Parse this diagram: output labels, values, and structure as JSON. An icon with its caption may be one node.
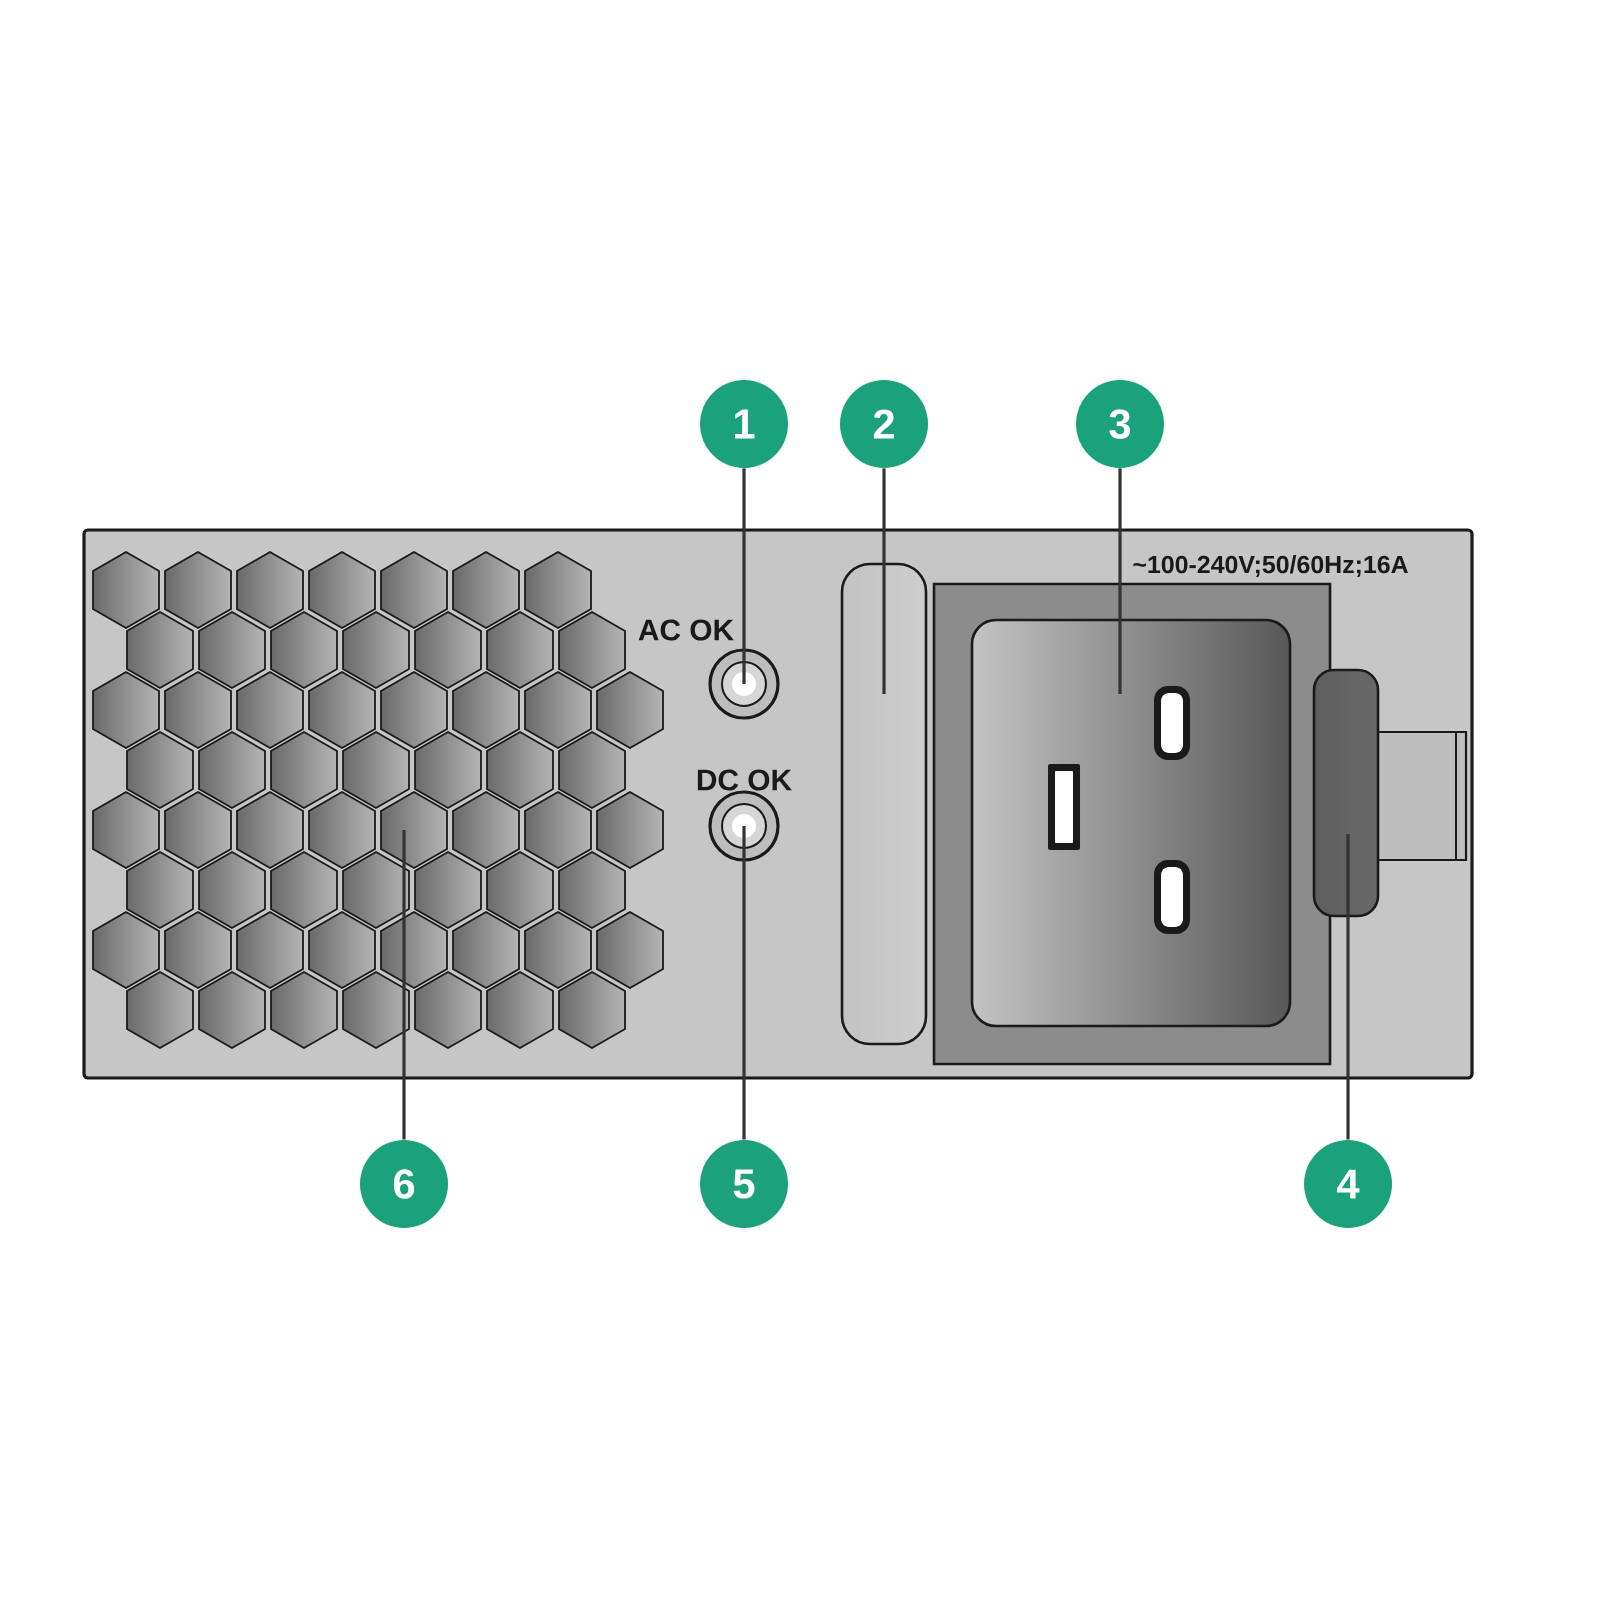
{
  "diagram": {
    "nodes": [
      {
        "text": [
          "1"
        ]
      },
      {
        "text": [
          "2"
        ]
      },
      {
        "text": [
          "3"
        ]
      },
      {
        "text": [
          "4"
        ]
      },
      {
        "text": [
          "5"
        ]
      },
      {
        "text": [
          "6"
        ]
      },
      {
        "text": [],
        "shape": "circle",
        "beside": [
          "AC OK"
        ]
      },
      {
        "text": [],
        "shape": "bar"
      },
      {
        "text": [],
        "shape": "box",
        "beside": [
          "~100-240V;50/60Hz;16A"
        ]
      },
      {
        "text": [],
        "shape": "bar"
      },
      {
        "text": [],
        "shape": "circle",
        "beside": [
          "DC OK"
        ]
      },
      {
        "text": [],
        "shape": "picture"
      }
    ],
    "edges": [
      {
        "from": 0,
        "to": 6,
        "arrow": "none"
      },
      {
        "from": 1,
        "to": 7,
        "arrow": "none"
      },
      {
        "from": 2,
        "to": 8,
        "arrow": "none"
      },
      {
        "from": 3,
        "to": 9,
        "arrow": "none"
      },
      {
        "from": 4,
        "to": 10,
        "arrow": "none"
      },
      {
        "from": 5,
        "to": 11,
        "arrow": "none"
      }
    ]
  }
}
